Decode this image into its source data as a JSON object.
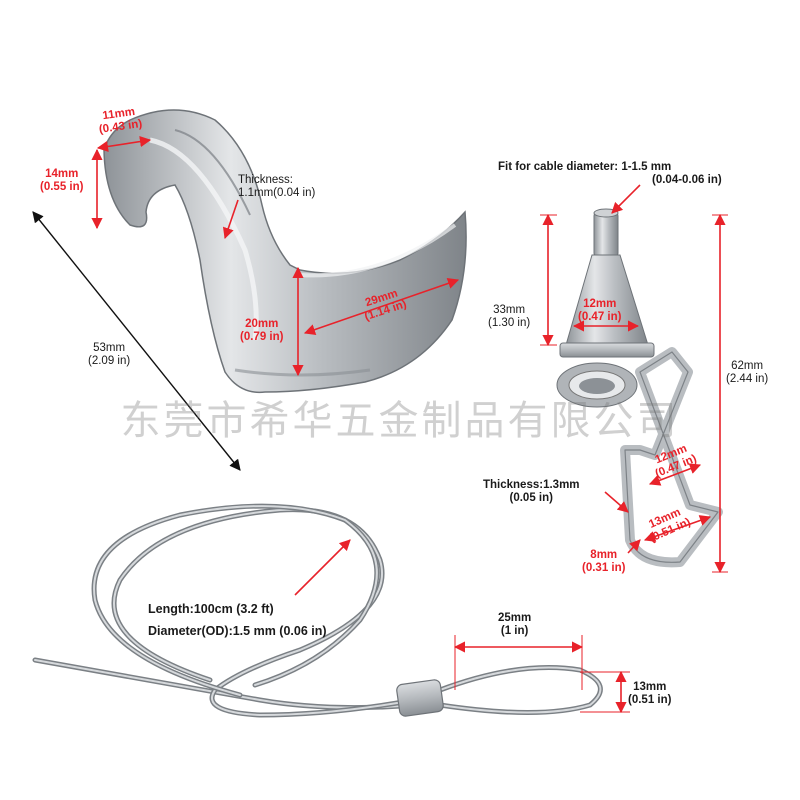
{
  "watermark": "东莞市希华五金制品有限公司",
  "hook": {
    "width_mm": "11mm",
    "width_in": "(0.43 in)",
    "height_mm": "14mm",
    "height_in": "(0.55 in)",
    "thickness_title": "Thickness:",
    "thickness_value": "1.1mm(0.04 in)",
    "length_mm": "53mm",
    "length_in": "(2.09 in)",
    "neck_mm": "20mm",
    "neck_in": "(0.79 in)",
    "arm_mm": "29mm",
    "arm_in": "(1.14 in)"
  },
  "gripper": {
    "cable_fit_line1": "Fit for cable diameter: 1-1.5 mm",
    "cable_fit_line2": "(0.04-0.06 in)",
    "height_mm": "33mm",
    "height_in": "(1.30 in)",
    "diameter_mm": "12mm",
    "diameter_in": "(0.47 in)",
    "total_mm": "62mm",
    "total_in": "(2.44 in)",
    "thickness": "Thickness:1.3mm",
    "thickness_in": "(0.05 in)",
    "hook_w_mm": "12mm",
    "hook_w_in": "(0.47 in)",
    "hook_d_mm": "13mm",
    "hook_d_in": "(0.51 in)",
    "tip_mm": "8mm",
    "tip_in": "(0.31 in)"
  },
  "cable": {
    "length": "Length:100cm (3.2 ft)",
    "diameter": "Diameter(OD):1.5 mm (0.06 in)",
    "loop_w_mm": "25mm",
    "loop_w_in": "(1 in)",
    "loop_h_mm": "13mm",
    "loop_h_in": "(0.51 in)"
  },
  "colors": {
    "dimension": "#e8222a",
    "text": "#1a1a1a",
    "metal": "#c8cbce"
  }
}
